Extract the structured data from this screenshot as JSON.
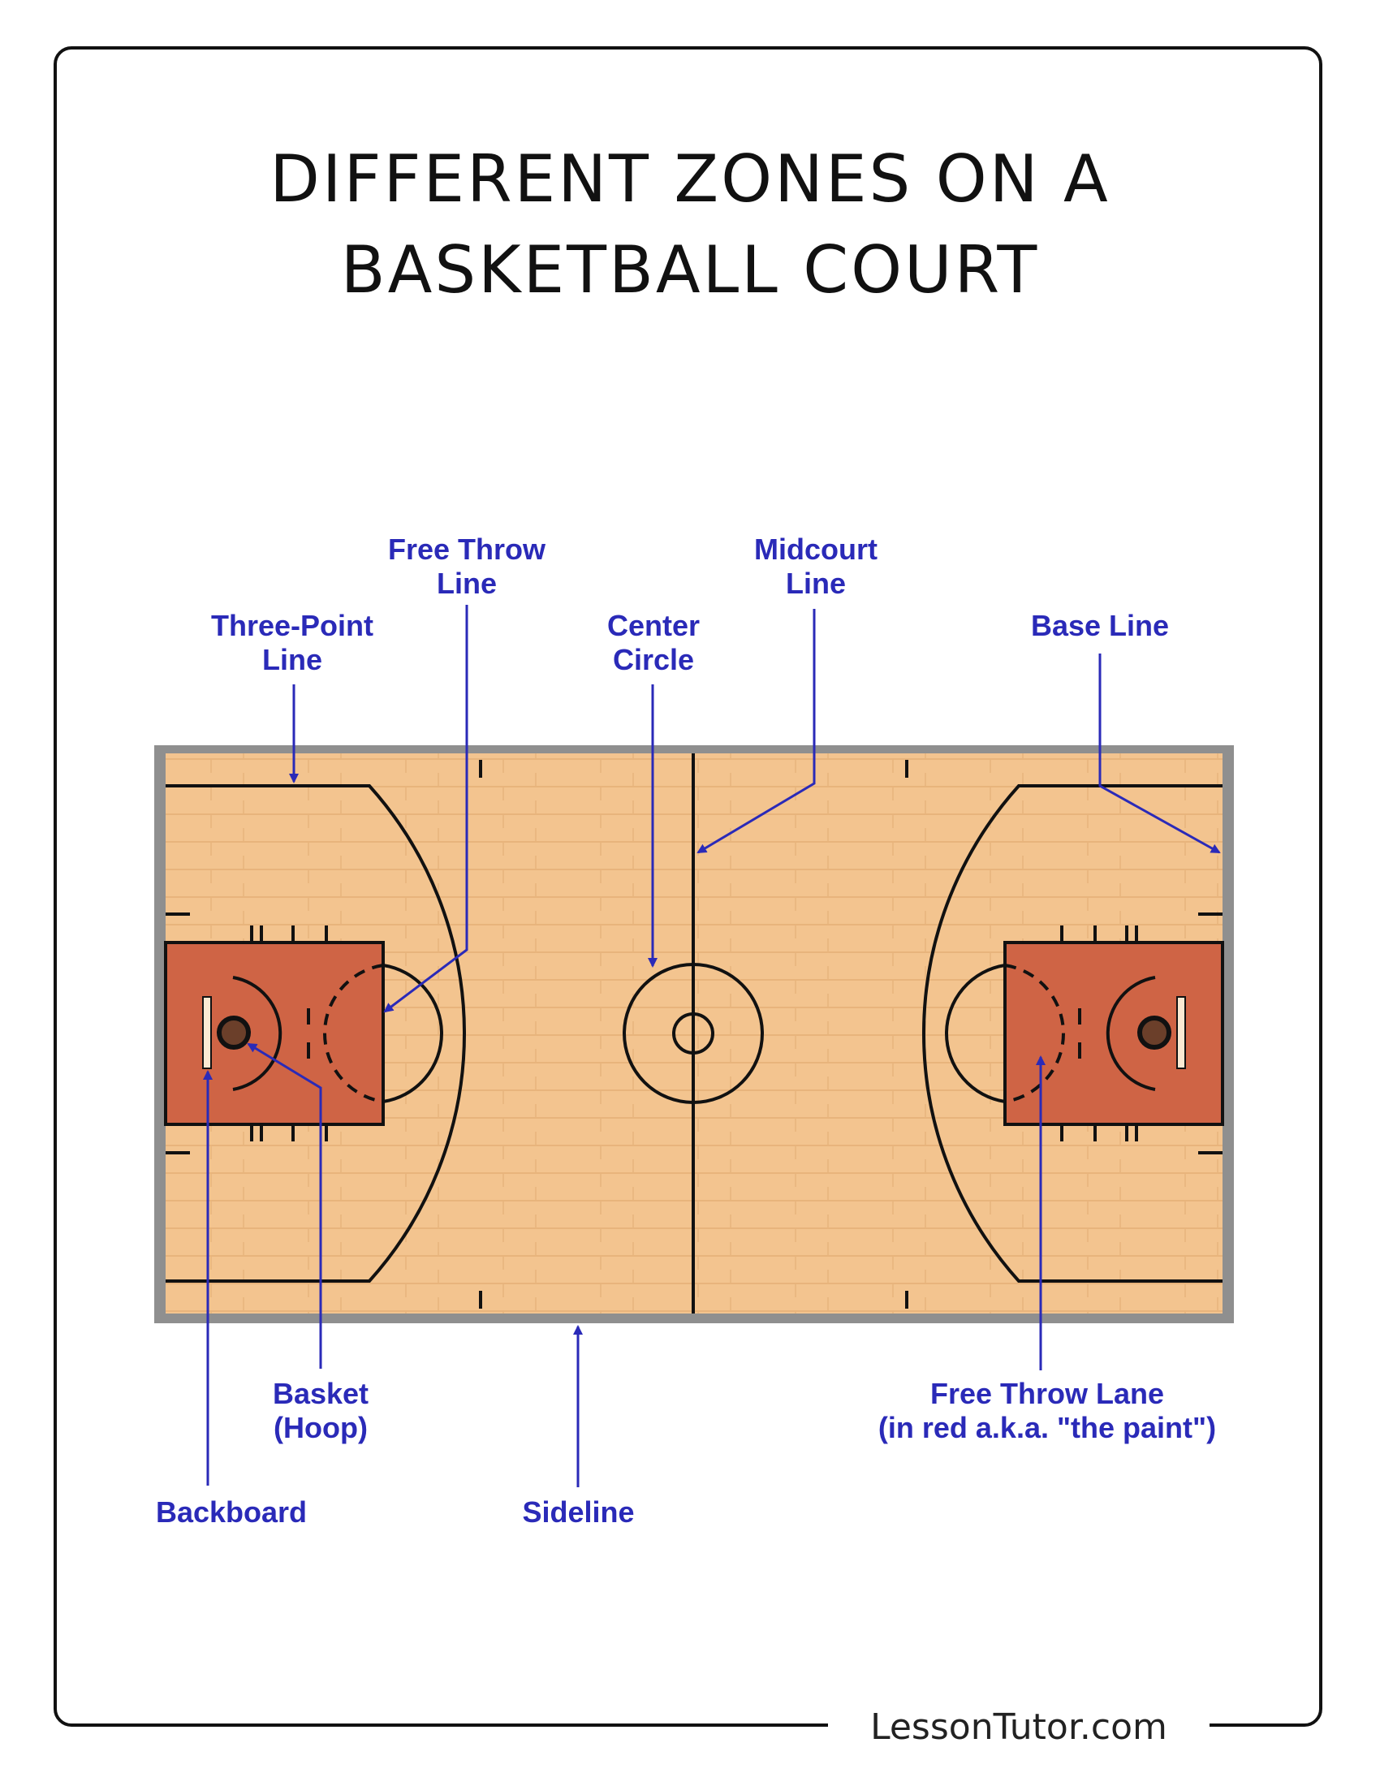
{
  "title": {
    "line1": "DIFFERENT ZONES ON A",
    "line2": "BASKETBALL COURT"
  },
  "labels": {
    "free_throw_line": "Free Throw\nLine",
    "midcourt_line": "Midcourt\nLine",
    "three_point_line": "Three-Point\nLine",
    "center_circle": "Center\nCircle",
    "base_line": "Base Line",
    "basket": "Basket\n(Hoop)",
    "free_throw_lane": "Free Throw Lane\n(in red a.k.a. \"the paint\")",
    "backboard": "Backboard",
    "sideline": "Sideline"
  },
  "footer": "LessonTutor.com",
  "colors": {
    "label": "#2a2ab8",
    "court_wood": "#f3c48f",
    "paint": "#cf6445",
    "court_border": "#8f8f8f",
    "line": "#111111"
  }
}
